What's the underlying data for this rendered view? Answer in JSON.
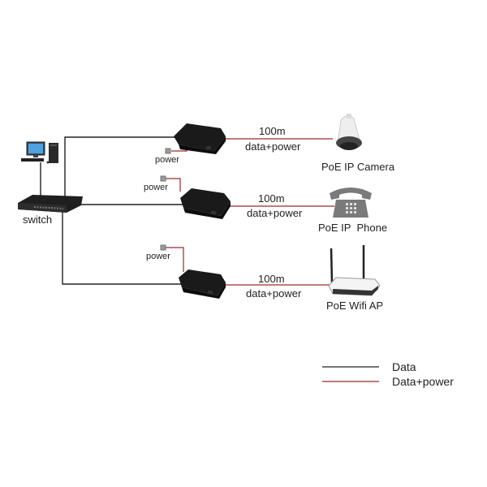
{
  "colors": {
    "data_line": "#222222",
    "power_line": "#9b2a2a",
    "device_dark": "#1c1c1c"
  },
  "nodes": {
    "pc": {
      "icon": "desktop-computer-icon"
    },
    "switch": {
      "label": "switch",
      "icon": "network-switch-icon"
    }
  },
  "links": [
    {
      "distance": "100m",
      "type": "data+power",
      "power_label": "power",
      "device": "PoE IP Camera",
      "icon": "ip-camera-icon"
    },
    {
      "distance": "100m",
      "type": "data+power",
      "power_label": "power",
      "device": "PoE IP  Phone",
      "icon": "telephone-icon"
    },
    {
      "distance": "100m",
      "type": "data+power",
      "power_label": "power",
      "device": "PoE Wifi AP",
      "icon": "wifi-router-icon"
    }
  ],
  "legend": [
    {
      "label": "Data",
      "color": "#222222"
    },
    {
      "label": "Data+power",
      "color": "#9b2a2a"
    }
  ]
}
